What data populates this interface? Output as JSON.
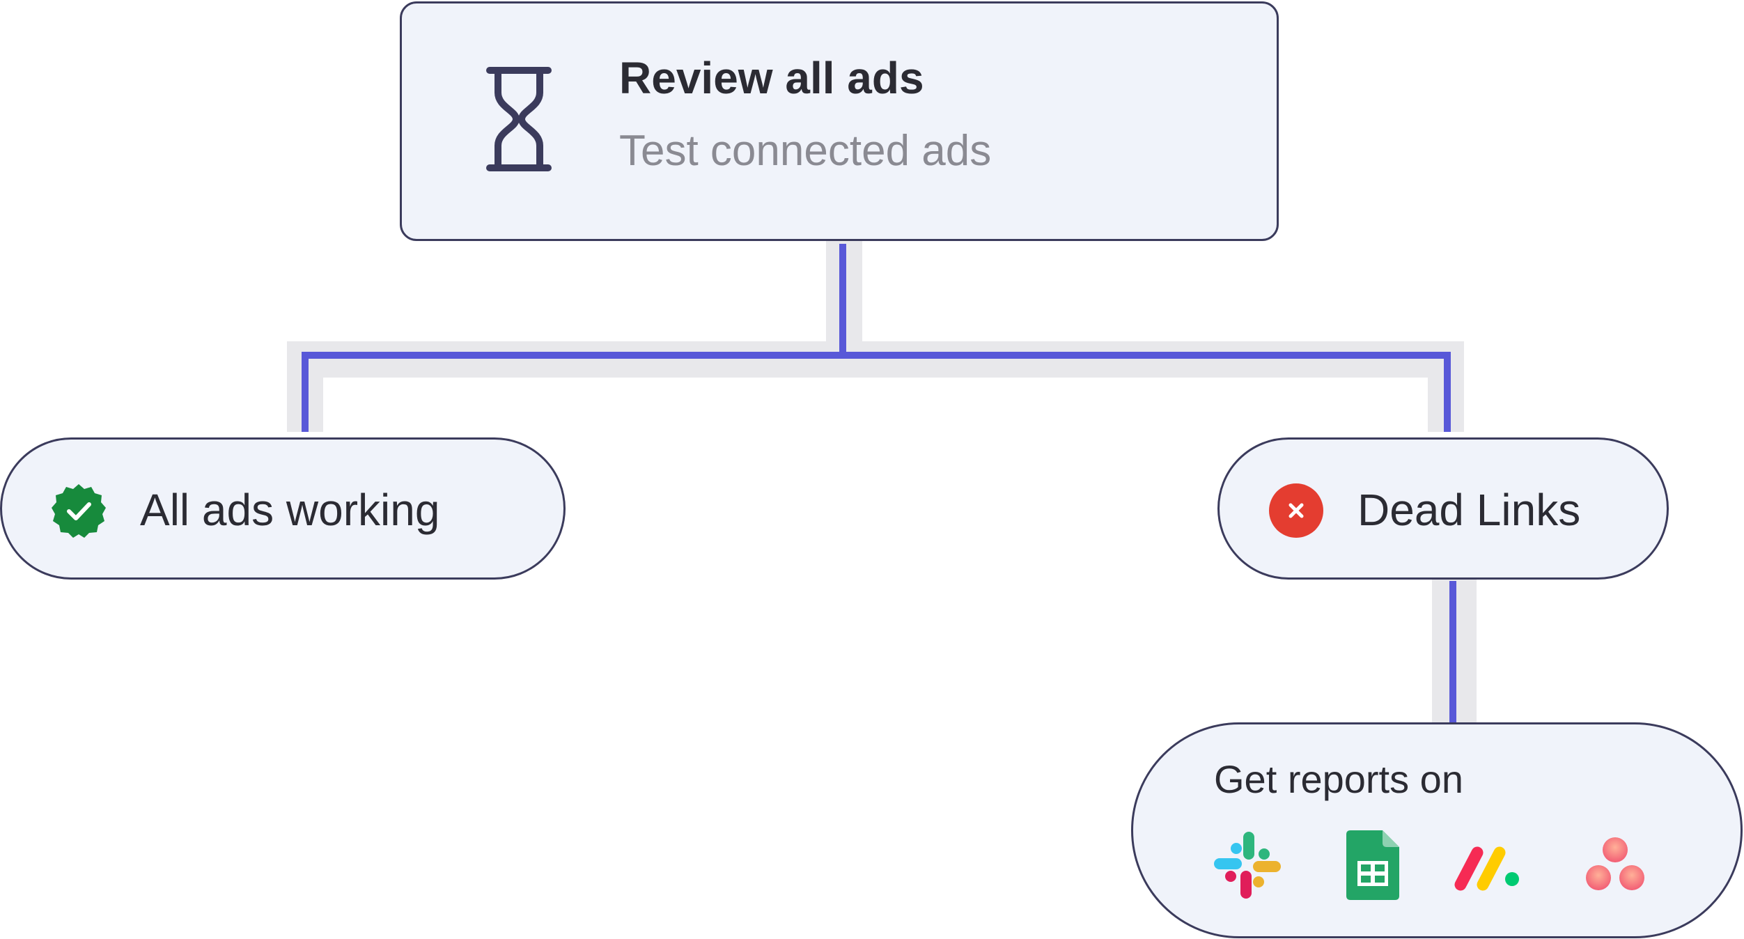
{
  "root": {
    "title": "Review all ads",
    "subtitle": "Test connected ads",
    "icon": "hourglass-icon"
  },
  "branches": {
    "success": {
      "label": "All ads working",
      "icon": "verified-check-icon",
      "color": "#178a3c"
    },
    "failure": {
      "label": "Dead Links",
      "icon": "error-x-icon",
      "color": "#e43d30"
    }
  },
  "reports": {
    "label": "Get reports on",
    "apps": [
      {
        "name": "Slack",
        "icon": "slack-icon"
      },
      {
        "name": "Google Sheets",
        "icon": "google-sheets-icon"
      },
      {
        "name": "monday.com",
        "icon": "monday-icon"
      },
      {
        "name": "Asana",
        "icon": "asana-icon"
      }
    ]
  },
  "colors": {
    "connector": "#5858d8",
    "connector_shadow": "#e8e8eb",
    "card_bg": "#f0f3fa",
    "card_border": "#3b3b5c"
  }
}
